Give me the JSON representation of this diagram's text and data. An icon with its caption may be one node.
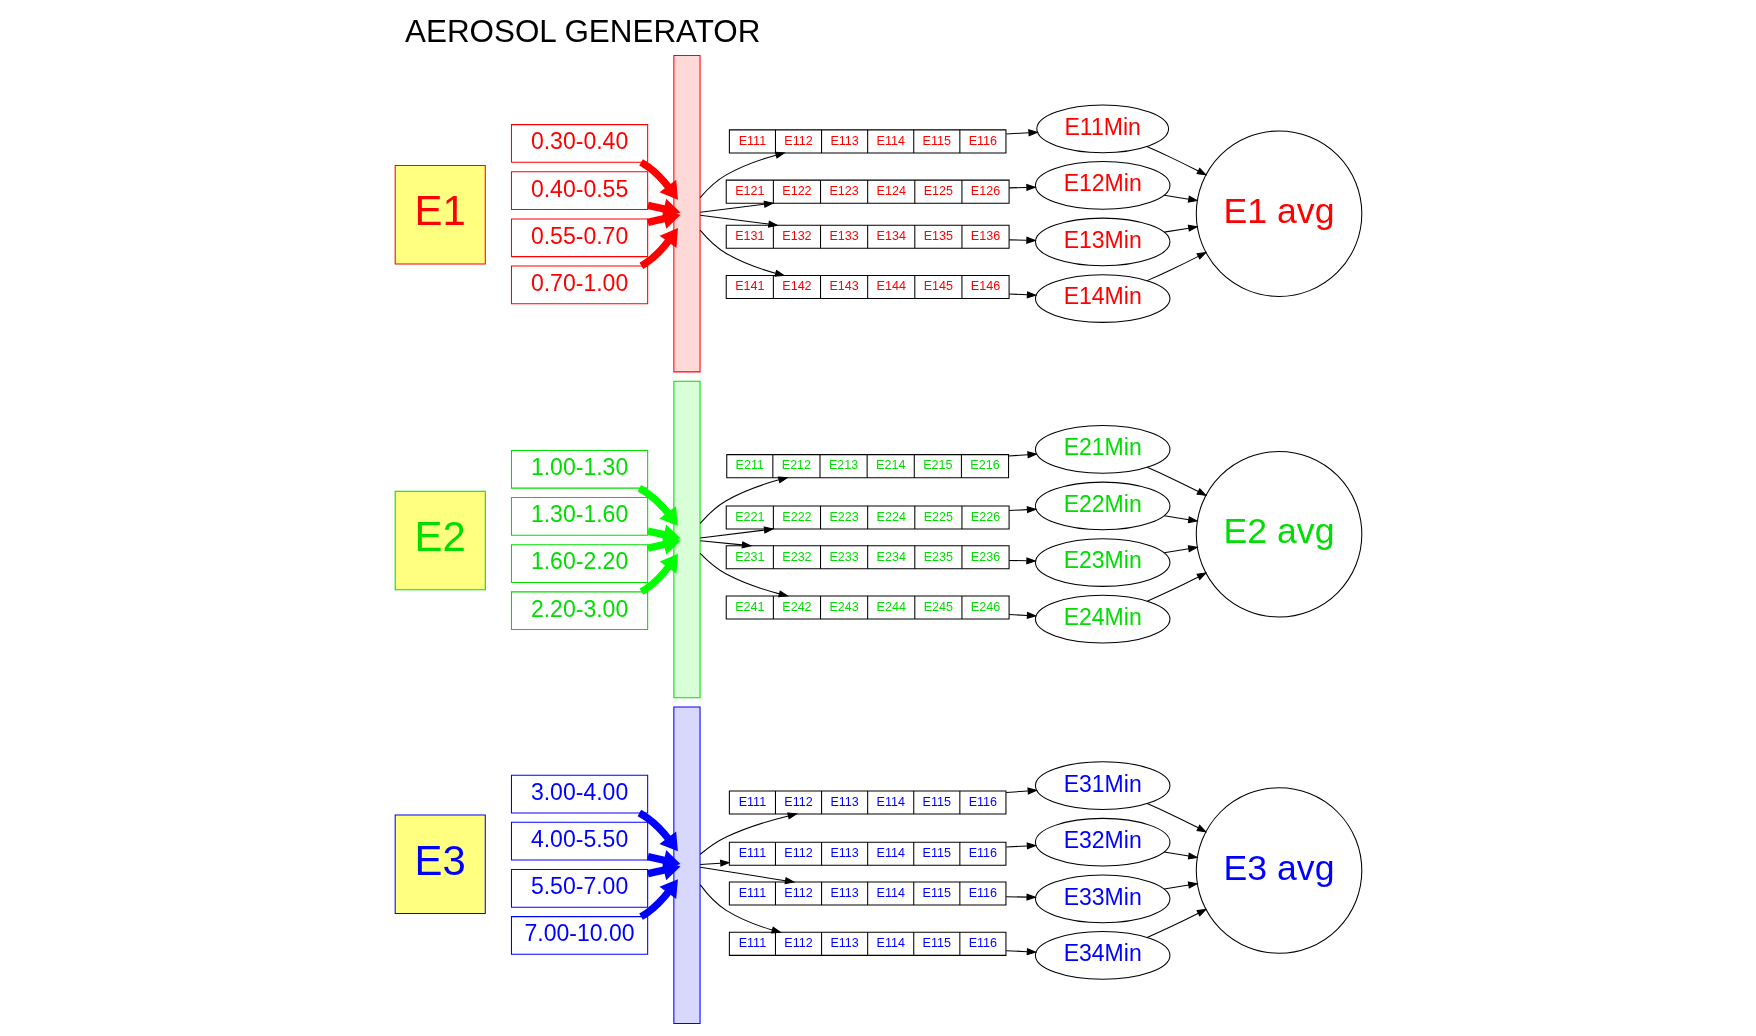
{
  "diagram": {
    "title": "AEROSOL GENERATOR",
    "nodes": [
      {
        "text": [
          "E1"
        ]
      },
      {
        "text": [
          "0.30-0.40"
        ]
      },
      {
        "text": [
          "0.40-0.55"
        ]
      },
      {
        "text": [
          "0.55-0.70"
        ]
      },
      {
        "text": [
          "0.70-1.00"
        ]
      },
      {
        "text": [],
        "shape": "bar"
      },
      {
        "text": [
          "E111",
          "E112",
          "E113",
          "E114",
          "E115",
          "E116"
        ]
      },
      {
        "text": [
          "E121",
          "E122",
          "E123",
          "E124",
          "E125",
          "E126"
        ]
      },
      {
        "text": [
          "E131",
          "E132",
          "E133",
          "E134",
          "E135",
          "E136"
        ]
      },
      {
        "text": [
          "E141",
          "E142",
          "E143",
          "E144",
          "E145",
          "E146"
        ]
      },
      {
        "text": [
          "E11Min"
        ]
      },
      {
        "text": [
          "E12Min"
        ]
      },
      {
        "text": [
          "E13Min"
        ]
      },
      {
        "text": [
          "E14Min"
        ]
      },
      {
        "text": [
          "E1 avg"
        ]
      },
      {
        "text": [
          "E2"
        ]
      },
      {
        "text": [
          "1.00-1.30"
        ]
      },
      {
        "text": [
          "1.30-1.60"
        ]
      },
      {
        "text": [
          "1.60-2.20"
        ]
      },
      {
        "text": [
          "2.20-3.00"
        ]
      },
      {
        "text": [],
        "shape": "bar"
      },
      {
        "text": [
          "E211",
          "E212",
          "E213",
          "E214",
          "E215",
          "E216"
        ]
      },
      {
        "text": [
          "E221",
          "E222",
          "E223",
          "E224",
          "E225",
          "E226"
        ]
      },
      {
        "text": [
          "E231",
          "E232",
          "E233",
          "E234",
          "E235",
          "E236"
        ]
      },
      {
        "text": [
          "E241",
          "E242",
          "E243",
          "E244",
          "E245",
          "E246"
        ]
      },
      {
        "text": [
          "E21Min"
        ]
      },
      {
        "text": [
          "E22Min"
        ]
      },
      {
        "text": [
          "E23Min"
        ]
      },
      {
        "text": [
          "E24Min"
        ]
      },
      {
        "text": [
          "E2 avg"
        ]
      },
      {
        "text": [
          "E3"
        ]
      },
      {
        "text": [
          "3.00-4.00"
        ]
      },
      {
        "text": [
          "4.00-5.50"
        ]
      },
      {
        "text": [
          "5.50-7.00"
        ]
      },
      {
        "text": [
          "7.00-10.00"
        ]
      },
      {
        "text": [],
        "shape": "bar"
      },
      {
        "text": [
          "E111",
          "E112",
          "E113",
          "E114",
          "E115",
          "E116"
        ]
      },
      {
        "text": [
          "E111",
          "E112",
          "E113",
          "E114",
          "E115",
          "E116"
        ]
      },
      {
        "text": [
          "E111",
          "E112",
          "E113",
          "E114",
          "E115",
          "E116"
        ]
      },
      {
        "text": [
          "E111",
          "E112",
          "E113",
          "E114",
          "E115",
          "E116"
        ]
      },
      {
        "text": [
          "E31Min"
        ]
      },
      {
        "text": [
          "E32Min"
        ]
      },
      {
        "text": [
          "E33Min"
        ]
      },
      {
        "text": [
          "E34Min"
        ]
      },
      {
        "text": [
          "E3 avg"
        ]
      }
    ],
    "edges": [
      {
        "from": 1,
        "to": 5,
        "arrow": "to",
        "style": "thick",
        "color": "#ff0000"
      },
      {
        "from": 2,
        "to": 5,
        "arrow": "to",
        "style": "thick",
        "color": "#ff0000"
      },
      {
        "from": 3,
        "to": 5,
        "arrow": "to",
        "style": "thick",
        "color": "#ff0000"
      },
      {
        "from": 4,
        "to": 5,
        "arrow": "to",
        "style": "thick",
        "color": "#ff0000"
      },
      {
        "from": 5,
        "to": 6,
        "arrow": "to"
      },
      {
        "from": 5,
        "to": 7,
        "arrow": "to"
      },
      {
        "from": 5,
        "to": 8,
        "arrow": "to"
      },
      {
        "from": 5,
        "to": 9,
        "arrow": "to"
      },
      {
        "from": 6,
        "to": 10,
        "arrow": "to"
      },
      {
        "from": 7,
        "to": 11,
        "arrow": "to"
      },
      {
        "from": 8,
        "to": 12,
        "arrow": "to"
      },
      {
        "from": 9,
        "to": 13,
        "arrow": "to"
      },
      {
        "from": 10,
        "to": 14,
        "arrow": "to"
      },
      {
        "from": 11,
        "to": 14,
        "arrow": "to"
      },
      {
        "from": 12,
        "to": 14,
        "arrow": "to"
      },
      {
        "from": 13,
        "to": 14,
        "arrow": "to"
      },
      {
        "from": 16,
        "to": 20,
        "arrow": "to",
        "style": "thick",
        "color": "#00ff00"
      },
      {
        "from": 17,
        "to": 20,
        "arrow": "to",
        "style": "thick",
        "color": "#00ff00"
      },
      {
        "from": 18,
        "to": 20,
        "arrow": "to",
        "style": "thick",
        "color": "#00ff00"
      },
      {
        "from": 19,
        "to": 20,
        "arrow": "to",
        "style": "thick",
        "color": "#00ff00"
      },
      {
        "from": 20,
        "to": 21,
        "arrow": "to"
      },
      {
        "from": 20,
        "to": 22,
        "arrow": "to"
      },
      {
        "from": 20,
        "to": 23,
        "arrow": "to"
      },
      {
        "from": 20,
        "to": 24,
        "arrow": "to"
      },
      {
        "from": 21,
        "to": 25,
        "arrow": "to"
      },
      {
        "from": 22,
        "to": 26,
        "arrow": "to"
      },
      {
        "from": 23,
        "to": 27,
        "arrow": "to"
      },
      {
        "from": 24,
        "to": 28,
        "arrow": "to"
      },
      {
        "from": 25,
        "to": 29,
        "arrow": "to"
      },
      {
        "from": 26,
        "to": 29,
        "arrow": "to"
      },
      {
        "from": 27,
        "to": 29,
        "arrow": "to"
      },
      {
        "from": 28,
        "to": 29,
        "arrow": "to"
      },
      {
        "from": 31,
        "to": 35,
        "arrow": "to",
        "style": "thick",
        "color": "#0000ff"
      },
      {
        "from": 32,
        "to": 35,
        "arrow": "to",
        "style": "thick",
        "color": "#0000ff"
      },
      {
        "from": 33,
        "to": 35,
        "arrow": "to",
        "style": "thick",
        "color": "#0000ff"
      },
      {
        "from": 34,
        "to": 35,
        "arrow": "to",
        "style": "thick",
        "color": "#0000ff"
      },
      {
        "from": 35,
        "to": 36,
        "arrow": "to"
      },
      {
        "from": 35,
        "to": 37,
        "arrow": "to"
      },
      {
        "from": 35,
        "to": 38,
        "arrow": "to"
      },
      {
        "from": 35,
        "to": 39,
        "arrow": "to"
      },
      {
        "from": 36,
        "to": 40,
        "arrow": "to"
      },
      {
        "from": 37,
        "to": 41,
        "arrow": "to"
      },
      {
        "from": 38,
        "to": 42,
        "arrow": "to"
      },
      {
        "from": 39,
        "to": 43,
        "arrow": "to"
      },
      {
        "from": 40,
        "to": 44,
        "arrow": "to"
      },
      {
        "from": 41,
        "to": 44,
        "arrow": "to"
      },
      {
        "from": 42,
        "to": 44,
        "arrow": "to"
      },
      {
        "from": 43,
        "to": 44,
        "arrow": "to"
      }
    ]
  }
}
